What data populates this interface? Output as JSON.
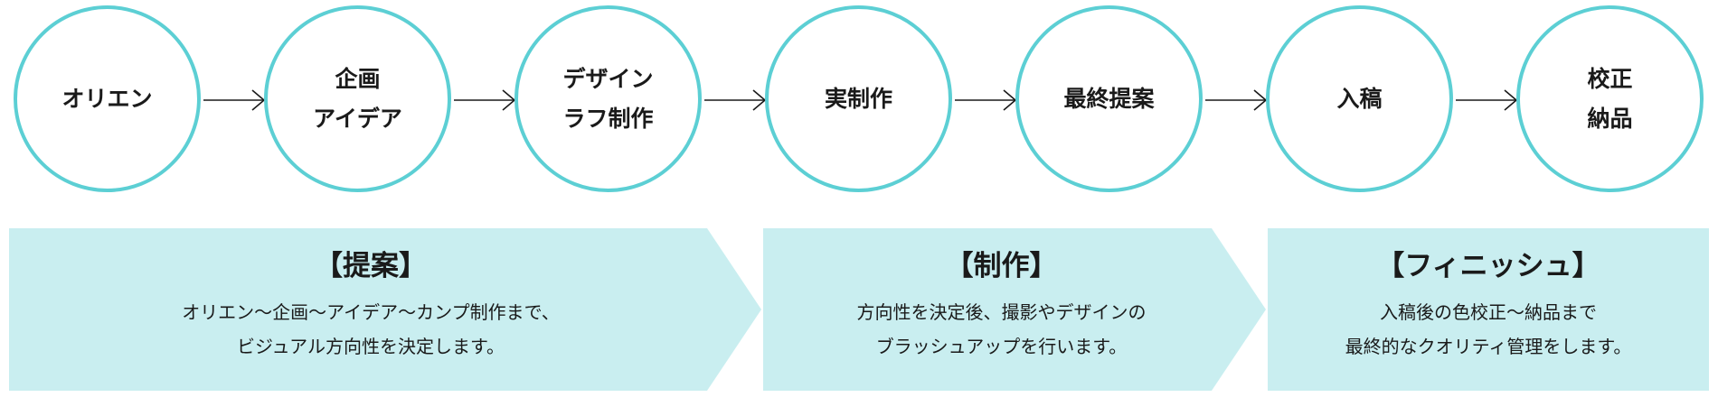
{
  "colors": {
    "circle_border": "#5ccfd4",
    "phase_fill": "#c9eef0",
    "arrow": "#1a1a1a",
    "text": "#1a1a1a"
  },
  "steps": [
    {
      "lines": [
        "オリエン"
      ]
    },
    {
      "lines": [
        "企画",
        "アイデア"
      ]
    },
    {
      "lines": [
        "デザイン",
        "ラフ制作"
      ]
    },
    {
      "lines": [
        "実制作"
      ]
    },
    {
      "lines": [
        "最終提案"
      ]
    },
    {
      "lines": [
        "入稿"
      ]
    },
    {
      "lines": [
        "校正",
        "納品"
      ]
    }
  ],
  "phases": [
    {
      "title": "【提案】",
      "desc": [
        "オリエン〜企画〜アイデア〜カンプ制作まで、",
        "ビジュアル方向性を決定します。"
      ]
    },
    {
      "title": "【制作】",
      "desc": [
        "方向性を決定後、撮影やデザインの",
        "ブラッシュアップを行います。"
      ]
    },
    {
      "title": "【フィニッシュ】",
      "desc": [
        "入稿後の色校正〜納品まで",
        "最終的なクオリティ管理をします。"
      ]
    }
  ]
}
